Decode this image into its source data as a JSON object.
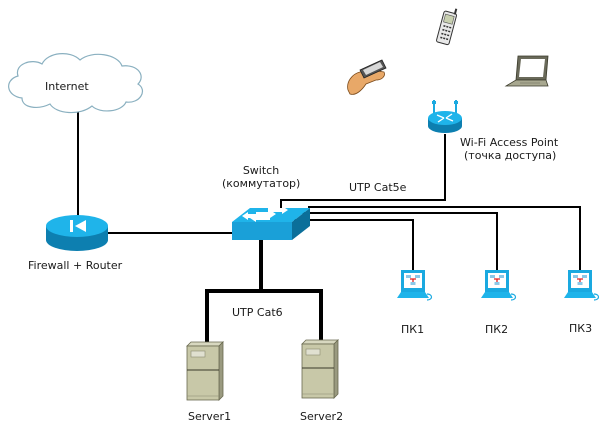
{
  "title": "Network diagram",
  "nodes": {
    "internet": {
      "label": "Internet"
    },
    "firewall": {
      "label": "Firewall + Router"
    },
    "switch": {
      "label_line1": "Switch",
      "label_line2": "(коммутатор)"
    },
    "access_point": {
      "label_line1": "Wi-Fi Access Point",
      "label_line2": "(точка доступа)"
    },
    "pc1": {
      "label": "ПК1"
    },
    "pc2": {
      "label": "ПК2"
    },
    "pc3": {
      "label": "ПК3"
    },
    "server1": {
      "label": "Server1"
    },
    "server2": {
      "label": "Server2"
    },
    "mobile_phone": {
      "icon": "mobile-phone-icon"
    },
    "pda": {
      "icon": "pda-hand-icon"
    },
    "laptop": {
      "icon": "laptop-icon"
    }
  },
  "links": {
    "cat5e_label": "UTP Cat5e",
    "cat6_label": "UTP Cat6"
  },
  "colors": {
    "device_blue": "#1aa9e0",
    "device_blue_dark": "#0d7fb0",
    "server_gray": "#c8c8a8",
    "line": "#000000",
    "cloud_stroke": "#8ab0c0"
  }
}
